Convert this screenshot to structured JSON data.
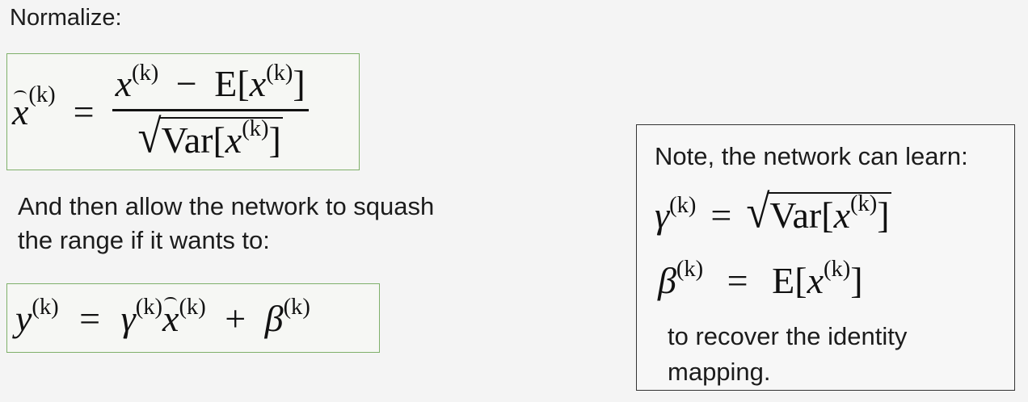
{
  "text": {
    "normalize_label": "Normalize:",
    "squash_line1": "And then allow the network to squash",
    "squash_line2": "the range if it wants to:",
    "note_title": "Note, the network can learn:",
    "recover_line1": "to recover the identity",
    "recover_line2": "mapping."
  },
  "math": {
    "sup_k": "(k)",
    "x": "x",
    "y": "y",
    "gamma": "γ",
    "beta": "β",
    "equals": "=",
    "minus": "−",
    "plus": "+",
    "E": "E",
    "Var": "Var",
    "lbr": "[",
    "rbr": "]",
    "radical": "√"
  },
  "colors": {
    "formula_border": "#7fb06a",
    "note_border": "#333333",
    "background": "#f4f4f4"
  }
}
